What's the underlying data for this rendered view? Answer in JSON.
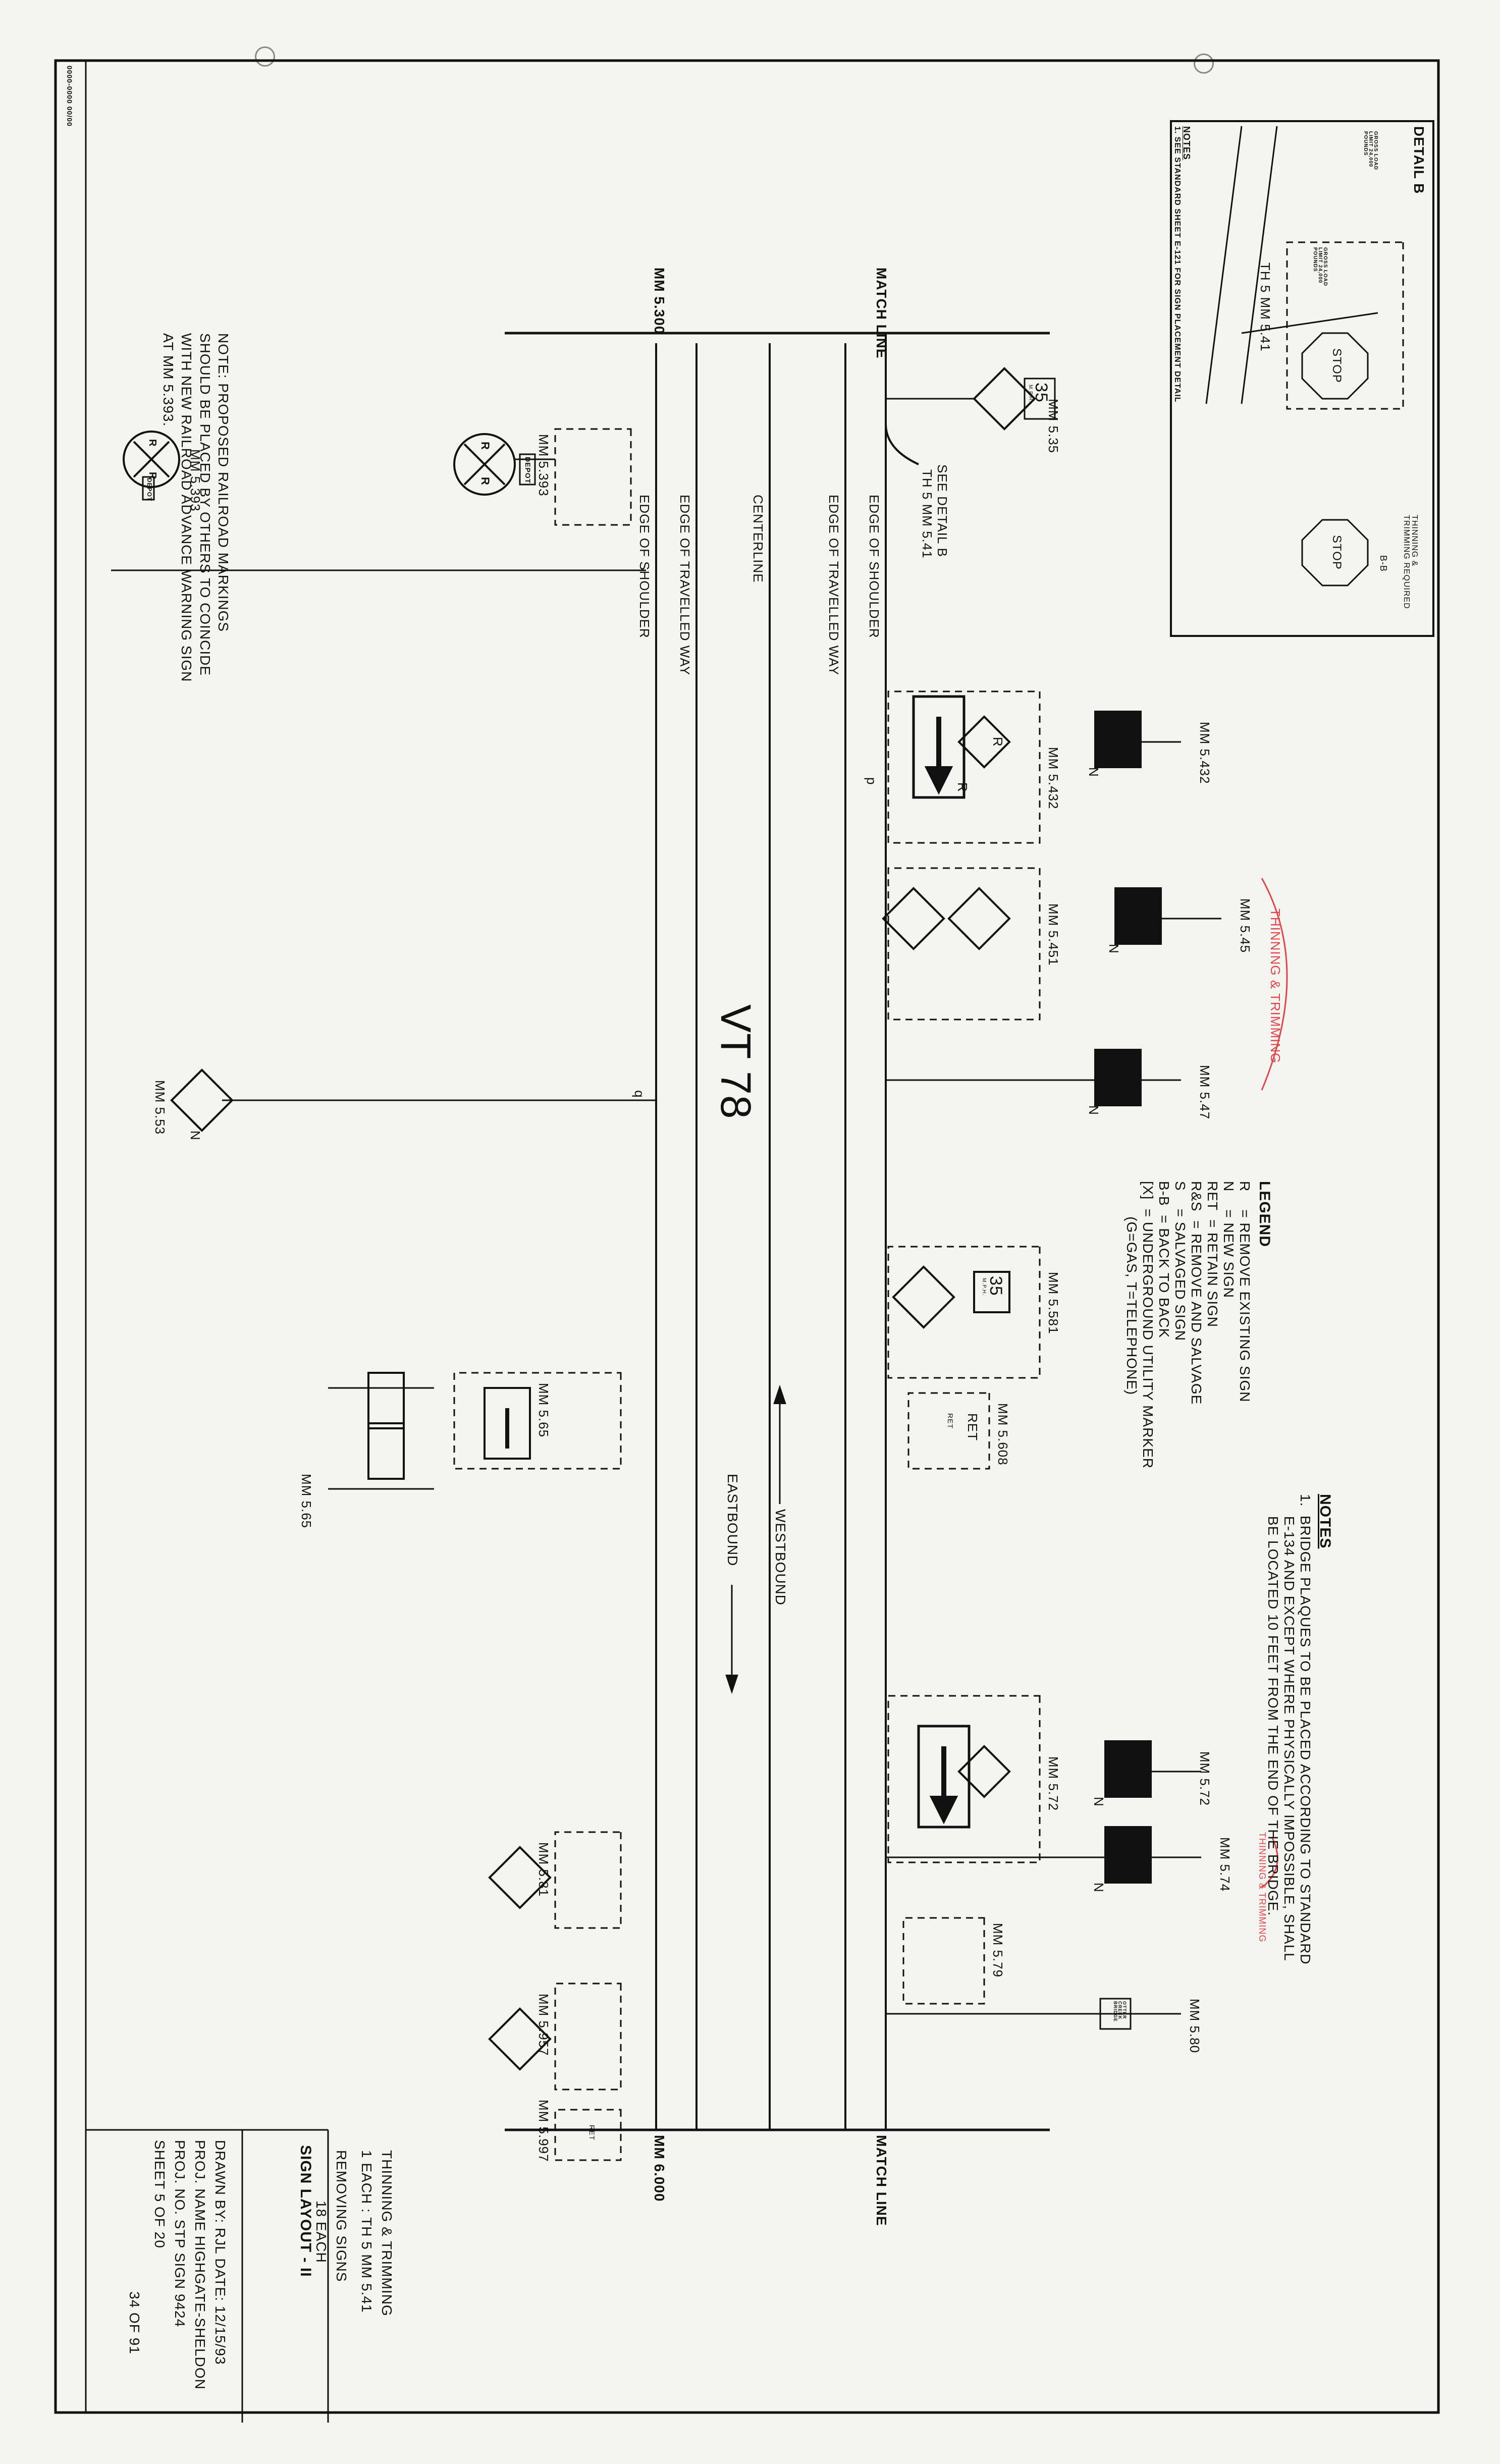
{
  "sheet": {
    "corner_stamp": "0000-0000 00/00",
    "note_top": "NOTE:  PROPOSED RAILROAD MARKINGS SHOULD BE PLACED BY OTHERS TO COINCIDE WITH NEW RAILROAD ADVANCE WARNING SIGN AT MM 5.393."
  },
  "road": {
    "match_start": "MATCH LINE",
    "mm_start": "MM 5.300",
    "match_end": "MATCH LINE",
    "mm_end": "MM 6.000",
    "lines": [
      "EDGE OF SHOULDER",
      "EDGE OF TRAVELLED WAY",
      "CENTERLINE",
      "EDGE OF TRAVELLED WAY",
      "EDGE OF SHOULDER"
    ],
    "route": "VT 78",
    "westbound": "WESTBOUND",
    "eastbound": "EASTBOUND",
    "see_detail": "SEE DETAIL B",
    "see_detail_sub": "TH 5 MM 5.41"
  },
  "mileposts": {
    "wb": [
      "MM 5.393",
      "MM 5.393",
      "MM 5.53",
      "MM 5.65",
      "MM 5.65",
      "MM 5.81",
      "MM 5.957",
      "MM 5.997"
    ],
    "eb": [
      "MM 5.35",
      "MM 5.432",
      "MM 5.432",
      "MM 5.45",
      "MM 5.451",
      "MM 5.47",
      "MM 5.581",
      "MM 5.608",
      "MM 5.72",
      "MM 5.72",
      "MM 5.74",
      "MM 5.79",
      "MM 5.80"
    ]
  },
  "sign_text": {
    "speed": "35",
    "mph": "M.P.H.",
    "stop": "STOP",
    "depot": "DEPOT",
    "rr": "R",
    "ret": "RET",
    "limit": "GROSS LOAD LIMIT 24,000 POUNDS",
    "bridge": "OTTER CREEK BRIDGE"
  },
  "codes": {
    "r": "R",
    "n": "N",
    "ret": "RET",
    "b": "B-B",
    "p": "p",
    "q": "q"
  },
  "thinning_annot": [
    "THINNING & TRIMMING",
    "THINNING & TRIMMING"
  ],
  "detail_b": {
    "title": "DETAIL B",
    "road_label": "TH 5  MM 5.41",
    "thinning": "THINNING & TRIMMING REQUIRED",
    "notes_title": "NOTES",
    "note": "1. SEE STANDARD SHEET E-121 FOR SIGN PLACEMENT DETAIL"
  },
  "legend": {
    "title": "LEGEND",
    "items": [
      "R    = REMOVE EXISTING SIGN",
      "N    = NEW SIGN",
      "RET  = RETAIN SIGN",
      "R&S  = REMOVE AND SALVAGE",
      "S    = SALVAGED SIGN",
      "B-B  = BACK TO BACK",
      "[X]  = UNDERGROUND UTILITY MARKER",
      "        (G=GAS, T=TELEPHONE)"
    ]
  },
  "notes": {
    "title": "NOTES",
    "lines": [
      "1.  BRIDGE PLAQUES TO BE PLACED ACCORDING TO STANDARD",
      "     E-134 AND EXCEPT WHERE PHYSICALLY IMPOSSIBLE, SHALL",
      "     BE LOCATED 10 FEET FROM THE END OF THE BRIDGE."
    ]
  },
  "summary": {
    "thinning_title": "THINNING & TRIMMING",
    "thinning_value": "1 EACH : TH 5 MM 5.41",
    "removing_title": "REMOVING SIGNS",
    "removing_value": "18 EACH"
  },
  "title_block": {
    "title": "SIGN LAYOUT - II",
    "drawn_by": "DRAWN BY:   RJL   DATE: 12/15/93",
    "proj_name": "PROJ. NAME  HIGHGATE-SHELDON",
    "proj_no": "PROJ.  NO.  STP SIGN 9424",
    "sheet": "SHEET  5  OF 20",
    "page": "34  OF  91"
  }
}
